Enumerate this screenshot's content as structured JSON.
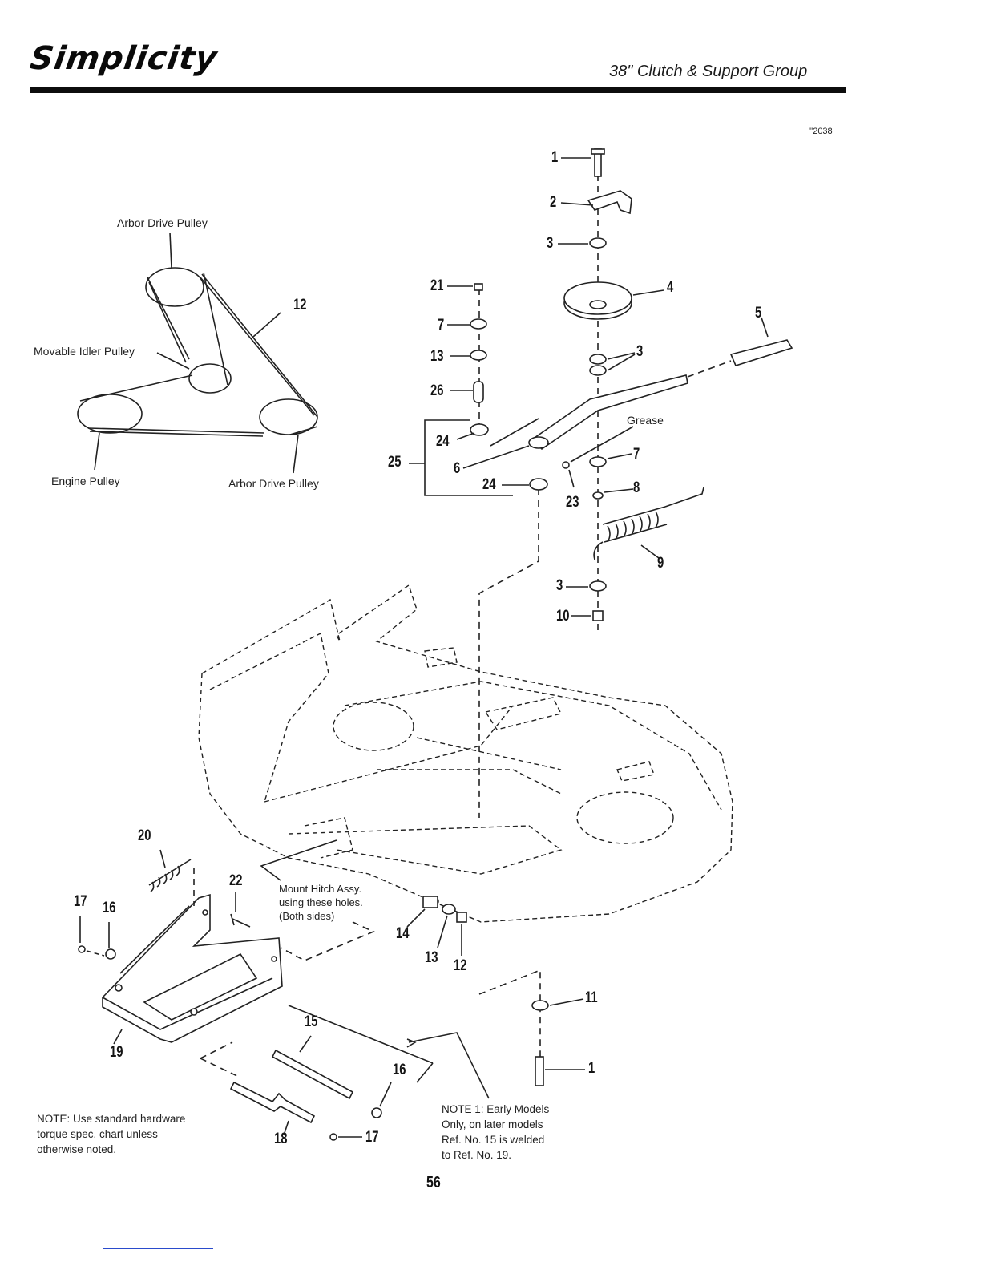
{
  "header": {
    "brand": "Simplicity",
    "section_title": "38\" Clutch & Support Group",
    "figure_code": "''2038"
  },
  "belt_diagram": {
    "labels": {
      "arbor_top": "Arbor Drive Pulley",
      "idler": "Movable Idler Pulley",
      "engine": "Engine Pulley",
      "arbor_bottom": "Arbor Drive Pulley",
      "belt_ref": "12"
    }
  },
  "callouts": {
    "c1_top": "1",
    "c2": "2",
    "c3_a": "3",
    "c4": "4",
    "c5": "5",
    "c3_b": "3",
    "c21": "21",
    "c7_a": "7",
    "c13_a": "13",
    "c26": "26",
    "c24_a": "24",
    "c25": "25",
    "c6": "6",
    "c24_b": "24",
    "c23": "23",
    "c7_b": "7",
    "c8": "8",
    "c9": "9",
    "c3_c": "3",
    "c10": "10",
    "c20": "20",
    "c22": "22",
    "c17_a": "17",
    "c16_a": "16",
    "c19": "19",
    "c14": "14",
    "c13_b": "13",
    "c12": "12",
    "c11": "11",
    "c1_bottom": "1",
    "c15": "15",
    "c16_b": "16",
    "c18": "18",
    "c17_b": "17"
  },
  "annotations": {
    "grease": "Grease",
    "mount_hitch": [
      "Mount Hitch Assy.",
      "using these holes.",
      "(Both sides)"
    ]
  },
  "notes": {
    "hardware": [
      "NOTE: Use standard hardware",
      "torque spec. chart unless",
      "otherwise noted."
    ],
    "note1": [
      "NOTE 1: Early Models",
      "Only, on later models",
      "Ref. No. 15 is welded",
      "to Ref. No. 19."
    ]
  },
  "footer": {
    "page_number": "56"
  }
}
